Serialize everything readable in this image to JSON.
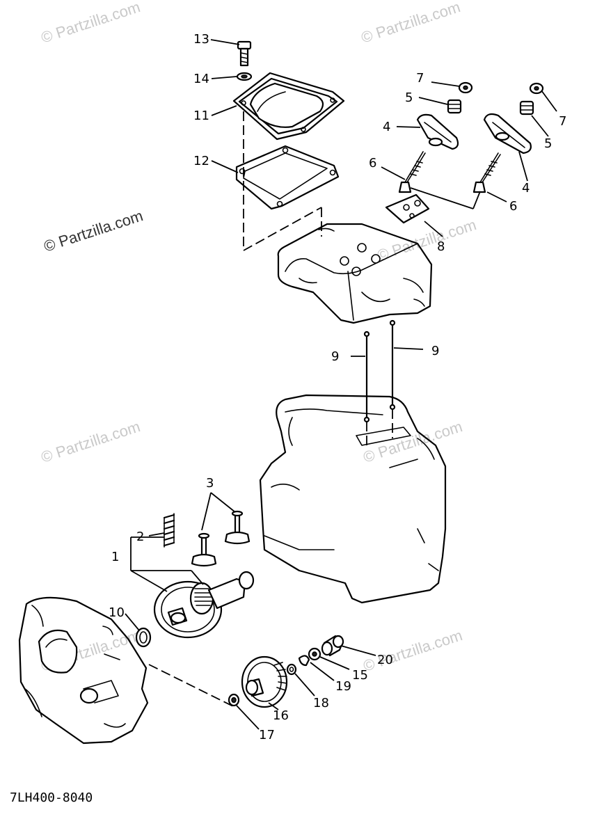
{
  "diagram_code": "7LH400-8040",
  "watermark": "© Partzilla.com",
  "callouts": {
    "c1": "1",
    "c2": "2",
    "c3": "3",
    "c4a": "4",
    "c4b": "4",
    "c5a": "5",
    "c5b": "5",
    "c6a": "6",
    "c6b": "6",
    "c7a": "7",
    "c7b": "7",
    "c8": "8",
    "c9a": "9",
    "c9b": "9",
    "c10": "10",
    "c11": "11",
    "c12": "12",
    "c13": "13",
    "c14": "14",
    "c15": "15",
    "c16": "16",
    "c17": "17",
    "c18": "18",
    "c19": "19",
    "c20": "20"
  }
}
